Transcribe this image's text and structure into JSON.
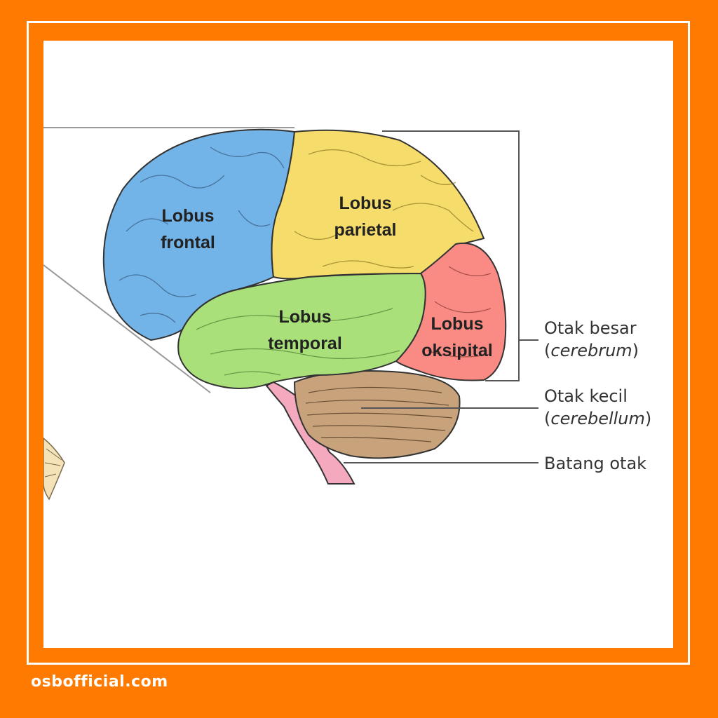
{
  "colors": {
    "frame": "#ff7a00",
    "panel": "#ffffff",
    "frontal": "#72b3e8",
    "parietal": "#f6dc6a",
    "temporal": "#a9e07a",
    "occipital": "#f98b84",
    "cerebellum": "#c7a27b",
    "brainstem": "#f4a9bf"
  },
  "lobes": {
    "frontal": {
      "line1": "Lobus",
      "line2": "frontal"
    },
    "parietal": {
      "line1": "Lobus",
      "line2": "parietal"
    },
    "temporal": {
      "line1": "Lobus",
      "line2": "temporal"
    },
    "occipital": {
      "line1": "Lobus",
      "line2": "oksipital"
    }
  },
  "labels": {
    "cerebrum": {
      "name": "Otak besar",
      "latin_open": "(",
      "latin": "cerebrum",
      "latin_close": ")"
    },
    "cerebellum": {
      "name": "Otak kecil",
      "latin_open": "(",
      "latin": "cerebellum",
      "latin_close": ")"
    },
    "brainstem": {
      "name": "Batang otak"
    }
  },
  "footer": {
    "site": "osbofficial.com"
  }
}
